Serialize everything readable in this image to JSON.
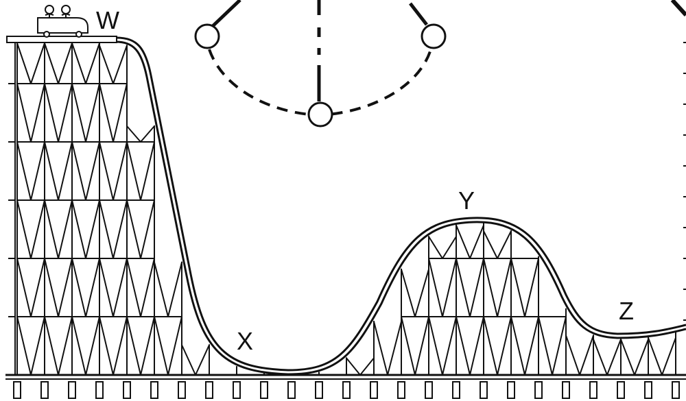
{
  "labels": {
    "w": "W",
    "x": "X",
    "y": "Y",
    "z": "Z"
  },
  "icons": [
    "roller-coaster-car-icon"
  ],
  "colors": {
    "line": "#111111",
    "background": "#ffffff"
  }
}
